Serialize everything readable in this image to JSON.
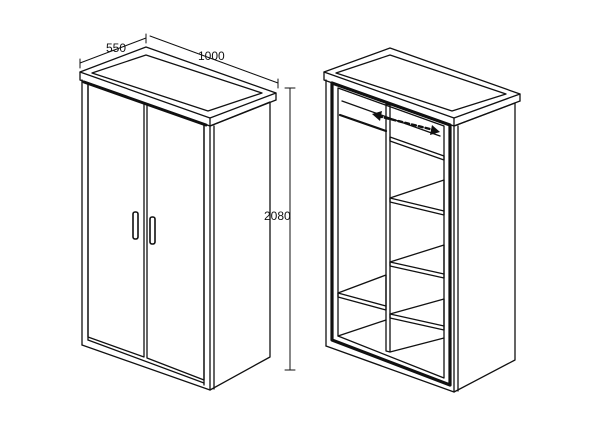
{
  "dimensions": {
    "depth": "550",
    "width": "1000",
    "height": "2080"
  },
  "colors": {
    "line": "#111111",
    "background": "#ffffff"
  }
}
